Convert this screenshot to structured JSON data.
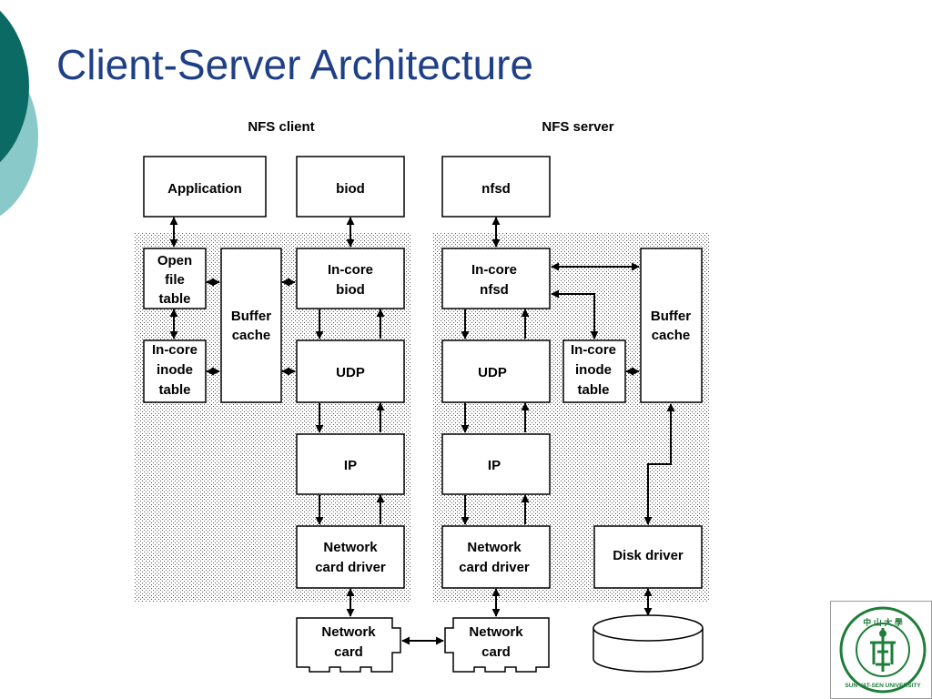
{
  "slide": {
    "title": "Client-Server Architecture"
  },
  "diagram": {
    "client_heading": "NFS client",
    "server_heading": "NFS server",
    "client": {
      "application": "Application",
      "biod": "biod",
      "open_file_table": [
        "Open",
        "file",
        "table"
      ],
      "inode_table": [
        "In-core",
        "inode",
        "table"
      ],
      "buffer_cache": [
        "Buffer",
        "cache"
      ],
      "incore_biod": [
        "In-core",
        "biod"
      ],
      "udp": "UDP",
      "ip": "IP",
      "network_card_driver": [
        "Network",
        "card driver"
      ]
    },
    "server": {
      "nfsd": "nfsd",
      "incore_nfsd": [
        "In-core",
        "nfsd"
      ],
      "udp": "UDP",
      "ip": "IP",
      "network_card_driver": [
        "Network",
        "card driver"
      ],
      "inode_table": [
        "In-core",
        "inode",
        "table"
      ],
      "buffer_cache": [
        "Buffer",
        "cache"
      ],
      "disk_driver": "Disk driver"
    },
    "client_network_card": [
      "Network",
      "card"
    ],
    "server_network_card": [
      "Network",
      "card"
    ]
  },
  "logo": {
    "text": "SUN YAT-SEN UNIVERSITY",
    "chinese": "中山大學"
  },
  "colors": {
    "title": "#1f3f87",
    "accent_dark": "#0c6a64",
    "accent_light": "#8ac9c9",
    "logo_green": "#1f7d3a"
  }
}
